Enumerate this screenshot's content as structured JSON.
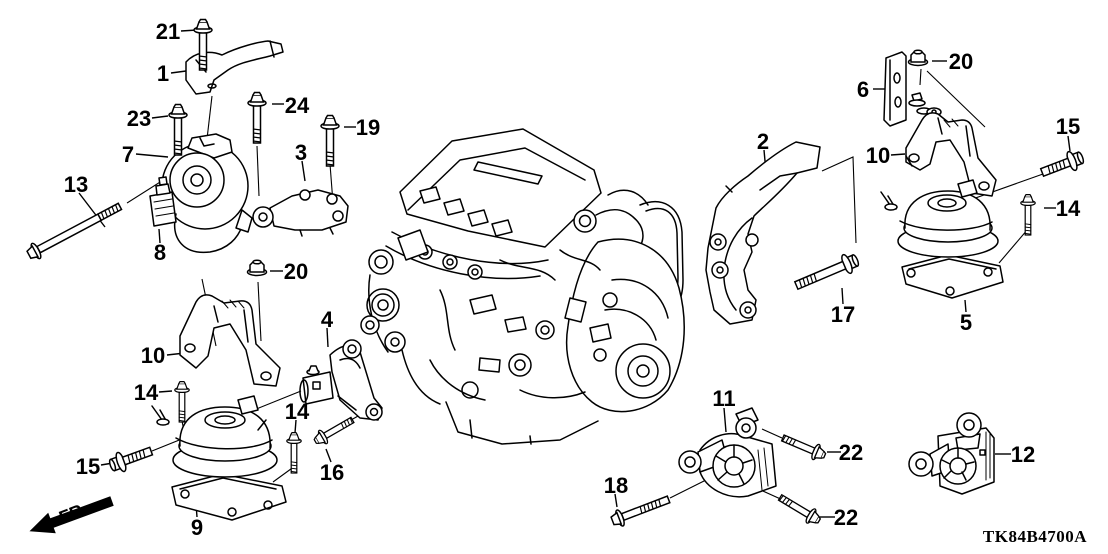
{
  "diagram": {
    "code": "TK84B4700A",
    "front_label": "FR.",
    "colors": {
      "background": "#ffffff",
      "line": "#000000"
    },
    "callouts": [
      {
        "label": "21"
      },
      {
        "label": "1"
      },
      {
        "label": "23"
      },
      {
        "label": "24"
      },
      {
        "label": "19"
      },
      {
        "label": "7"
      },
      {
        "label": "3"
      },
      {
        "label": "13"
      },
      {
        "label": "8"
      },
      {
        "label": "20"
      },
      {
        "label": "10"
      },
      {
        "label": "14"
      },
      {
        "label": "4"
      },
      {
        "label": "15"
      },
      {
        "label": "16"
      },
      {
        "label": "9"
      },
      {
        "label": "14"
      },
      {
        "label": "2"
      },
      {
        "label": "6"
      },
      {
        "label": "20"
      },
      {
        "label": "10"
      },
      {
        "label": "15"
      },
      {
        "label": "14"
      },
      {
        "label": "17"
      },
      {
        "label": "5"
      },
      {
        "label": "11"
      },
      {
        "label": "22"
      },
      {
        "label": "22"
      },
      {
        "label": "18"
      },
      {
        "label": "12"
      }
    ]
  }
}
